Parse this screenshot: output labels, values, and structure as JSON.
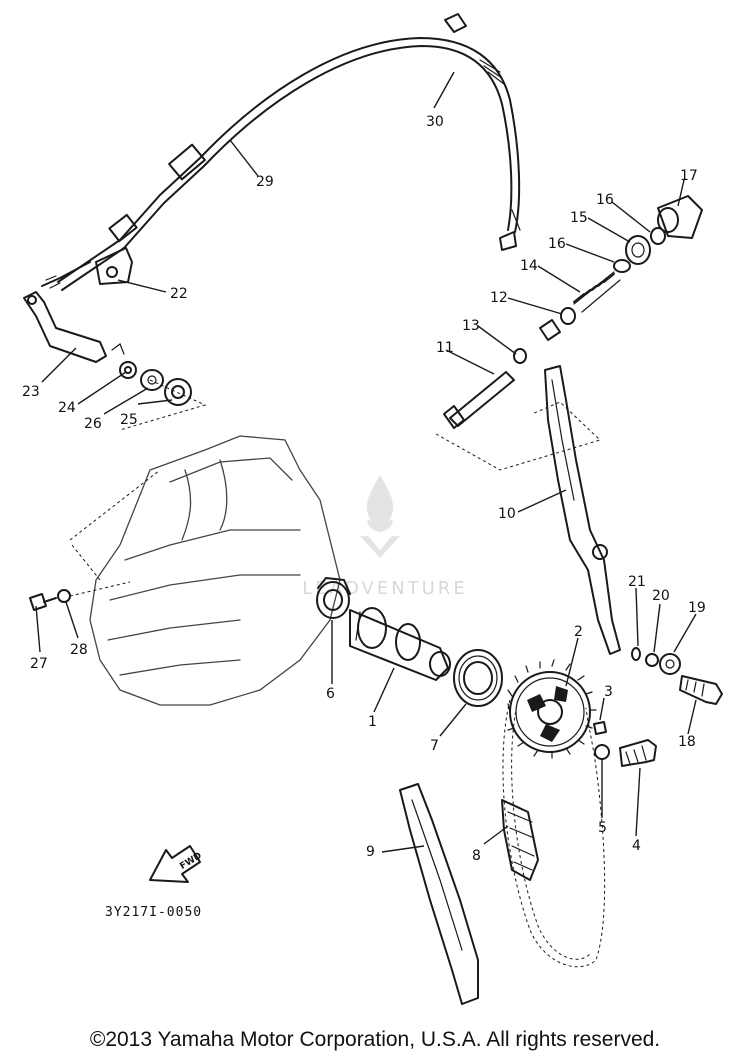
{
  "diagram_code": "3Y217I-0050",
  "watermark_text": "LEADVENTURE",
  "fwd_label": "FWD",
  "copyright": "©2013 Yamaha Motor Corporation, U.S.A. All rights reserved.",
  "callouts": {
    "c1": "1",
    "c2": "2",
    "c3": "3",
    "c4": "4",
    "c5": "5",
    "c6": "6",
    "c7": "7",
    "c8": "8",
    "c9": "9",
    "c10": "10",
    "c11": "11",
    "c12": "12",
    "c13": "13",
    "c14": "14",
    "c15": "15",
    "c16a": "16",
    "c16b": "16",
    "c17": "17",
    "c18": "18",
    "c19": "19",
    "c20": "20",
    "c21": "21",
    "c22": "22",
    "c23": "23",
    "c24": "24",
    "c25": "25",
    "c26": "26",
    "c27": "27",
    "c28": "28",
    "c29": "29",
    "c30": "30"
  },
  "icons": {
    "watermark": "flame-logo-icon",
    "direction": "fwd-arrow-icon"
  }
}
